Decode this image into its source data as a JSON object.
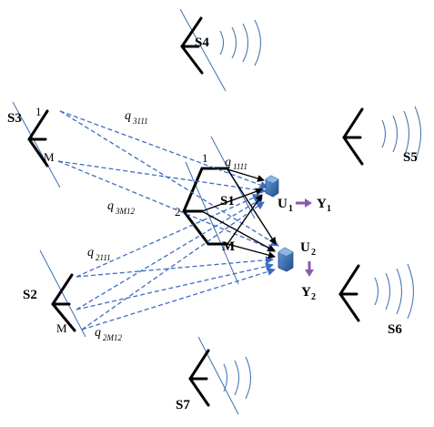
{
  "cells": {
    "s1": "S1",
    "s2": "S2",
    "s3": "S3",
    "s4": "S4",
    "s5": "S5",
    "s6": "S6",
    "s7": "S7"
  },
  "ports": {
    "s1_top": "1",
    "s1_mid": "2",
    "s1_bottom": "M",
    "s3_top": "1",
    "s3_bottom": "M",
    "s2_bottom": "M"
  },
  "users": {
    "u1": "U",
    "u1_sub": "1",
    "u2": "U",
    "u2_sub": "2"
  },
  "outputs": {
    "y1": "Y",
    "y1_sub": "1",
    "y2": "Y",
    "y2_sub": "2"
  },
  "coefficients": {
    "q1111": {
      "base": "q",
      "sub": "1111"
    },
    "q3111": {
      "base": "q",
      "sub": "3111"
    },
    "q3M12": {
      "base": "q",
      "sub": "3M12"
    },
    "q2111": {
      "base": "q",
      "sub": "2111"
    },
    "q2M12": {
      "base": "q",
      "sub": "2M12"
    }
  },
  "colors": {
    "interference": "#3d6dc2",
    "boundary": "#3b6fb0",
    "user_device": "#2f5f9e",
    "output_arrow": "#8a5ab0"
  }
}
